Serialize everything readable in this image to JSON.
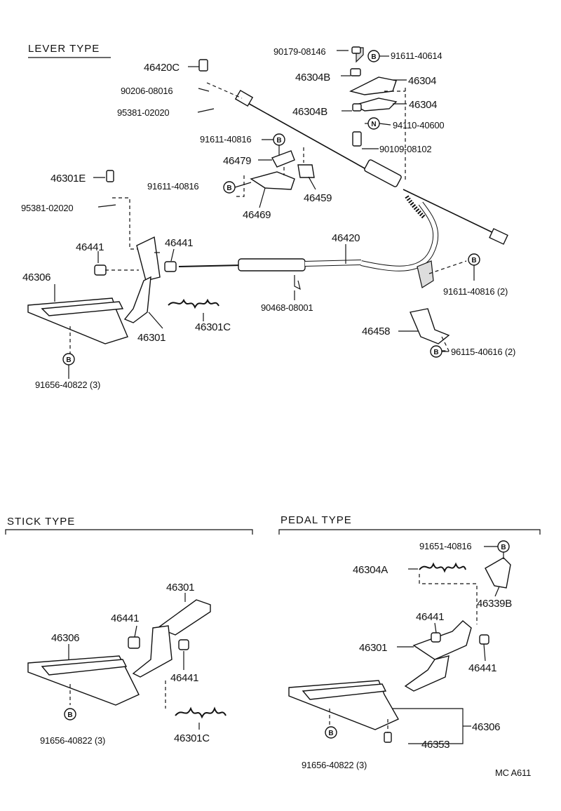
{
  "sections": {
    "lever": "LEVER TYPE",
    "stick": "STICK TYPE",
    "pedal": "PEDAL TYPE"
  },
  "markers": {
    "b": "B",
    "n": "N"
  },
  "lever_parts": {
    "p90179": "90179-08146",
    "p91611a": "91611-40614",
    "p46420c": "46420C",
    "p46304b1": "46304B",
    "p46304a": "46304",
    "p90206": "90206-08016",
    "p46304b2": "46304B",
    "p46304b": "46304",
    "p95381a": "95381-02020",
    "p94110": "94110-40600",
    "p91611b": "91611-40816",
    "p90109": "90109-08102",
    "p46479": "46479",
    "p46301e": "46301E",
    "p91611c": "91611-40816",
    "p46459": "46459",
    "p95381b": "95381-02020",
    "p46469": "46469",
    "p46441a": "46441",
    "p46441b": "46441",
    "p46420": "46420",
    "p46306": "46306",
    "p91611d": "91611-40816  (2)",
    "p90468": "90468-08001",
    "p46301": "46301",
    "p46301c": "46301C",
    "p46458": "46458",
    "p96115": "96115-40616  (2)",
    "p91656": "91656-40822  (3)"
  },
  "stick_parts": {
    "p46301": "46301",
    "p46441a": "46441",
    "p46306": "46306",
    "p46441b": "46441",
    "p91656": "91656-40822  (3)",
    "p46301c": "46301C"
  },
  "pedal_parts": {
    "p91651": "91651-40816",
    "p46304a": "46304A",
    "p46339b": "46339B",
    "p46441a": "46441",
    "p46301": "46301",
    "p46441b": "46441",
    "p46306": "46306",
    "p46353": "46353",
    "p91656": "91656-40822  (3)"
  },
  "footer": {
    "code": "MC  A611"
  }
}
